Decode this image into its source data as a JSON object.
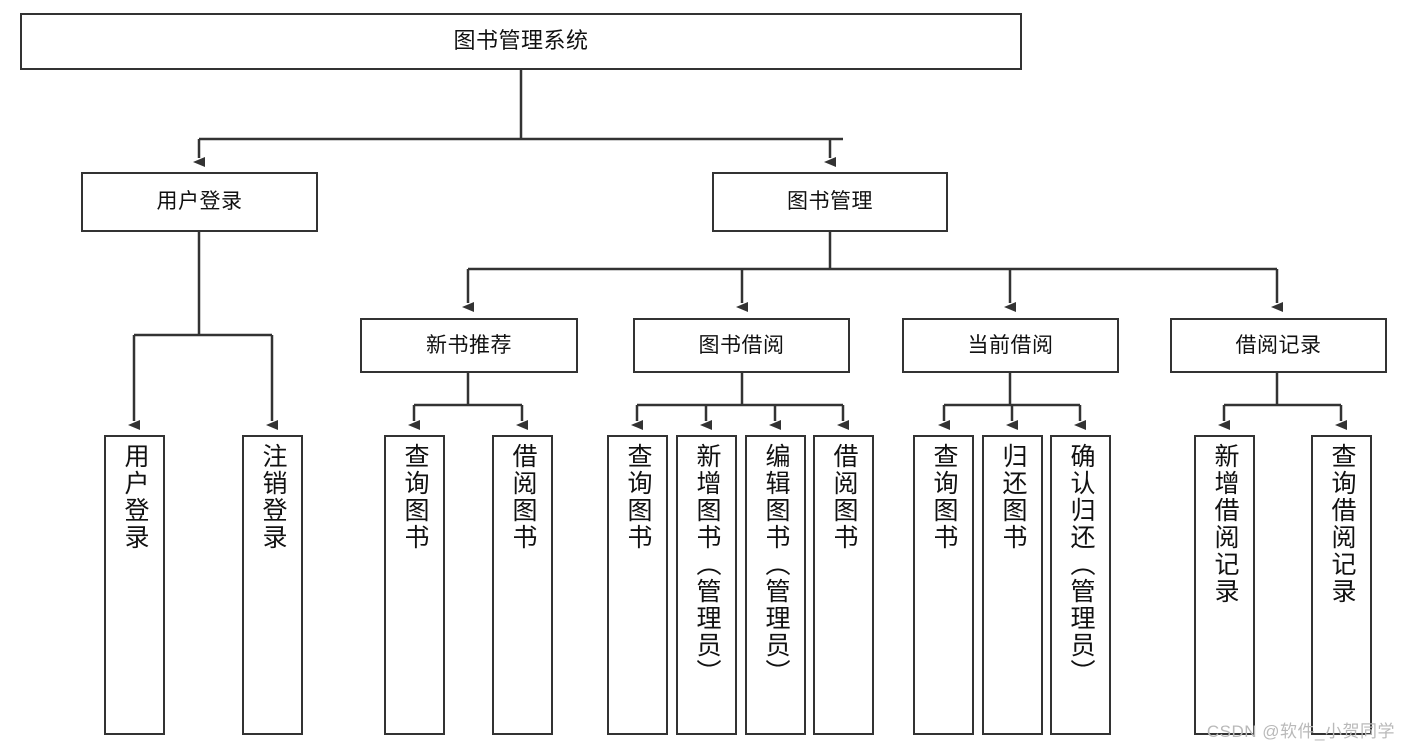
{
  "diagram": {
    "title": "图书管理系统",
    "type": "tree",
    "watermark": "CSDN @软件_小贺同学",
    "colors": {
      "box_border": "#333333",
      "box_fill": "#ffffff",
      "line": "#333333",
      "text": "#111111",
      "watermark": "#b9b9b9",
      "background": "#ffffff"
    },
    "root": {
      "label": "图书管理系统"
    },
    "level1": [
      {
        "label": "用户登录"
      },
      {
        "label": "图书管理"
      }
    ],
    "level2": [
      {
        "label": "新书推荐"
      },
      {
        "label": "图书借阅"
      },
      {
        "label": "当前借阅"
      },
      {
        "label": "借阅记录"
      }
    ],
    "leaves": {
      "user_login": [
        {
          "label": "用户登录"
        },
        {
          "label": "注销登录"
        }
      ],
      "new_book_recommend": [
        {
          "label": "查询图书"
        },
        {
          "label": "借阅图书"
        }
      ],
      "book_borrow": [
        {
          "label": "查询图书"
        },
        {
          "label": "新增图书（管理员）"
        },
        {
          "label": "编辑图书（管理员）"
        },
        {
          "label": "借阅图书"
        }
      ],
      "current_borrow": [
        {
          "label": "查询图书"
        },
        {
          "label": "归还图书"
        },
        {
          "label": "确认归还（管理员）"
        }
      ],
      "borrow_records": [
        {
          "label": "新增借阅记录"
        },
        {
          "label": "查询借阅记录"
        }
      ]
    }
  }
}
